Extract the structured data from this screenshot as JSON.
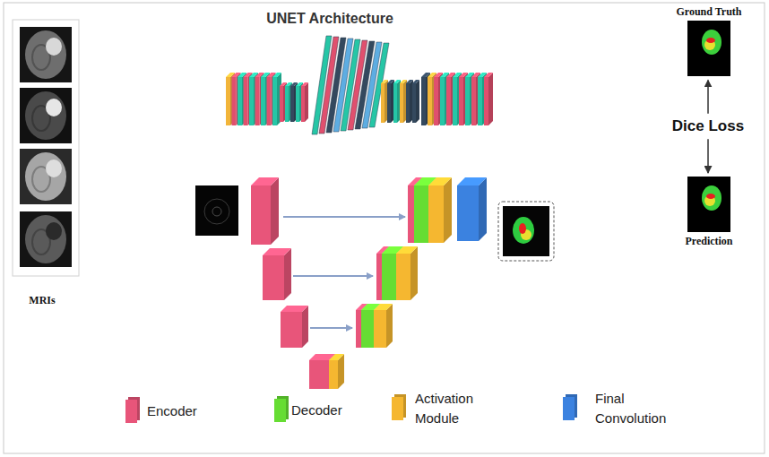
{
  "diagram": {
    "title": "UNET Architecture",
    "nodes": [
      {
        "text": [
          "Ground Truth"
        ]
      },
      {
        "text": [
          "Dice Loss"
        ]
      },
      {
        "text": [
          "Prediction"
        ]
      }
    ],
    "edges": [
      {
        "from": 1,
        "to": 0,
        "arrow": "to"
      },
      {
        "from": 1,
        "to": 2,
        "arrow": "to"
      }
    ],
    "labels": [
      "MRIs"
    ],
    "legend": [
      {
        "text": "Encoder",
        "color": "#e8557a"
      },
      {
        "text": "Decoder",
        "color": "#66dd33"
      },
      {
        "text": "Activation Module",
        "color": "#f5b730"
      },
      {
        "text": "Final Convolution",
        "color": "#3b82e0"
      }
    ]
  }
}
